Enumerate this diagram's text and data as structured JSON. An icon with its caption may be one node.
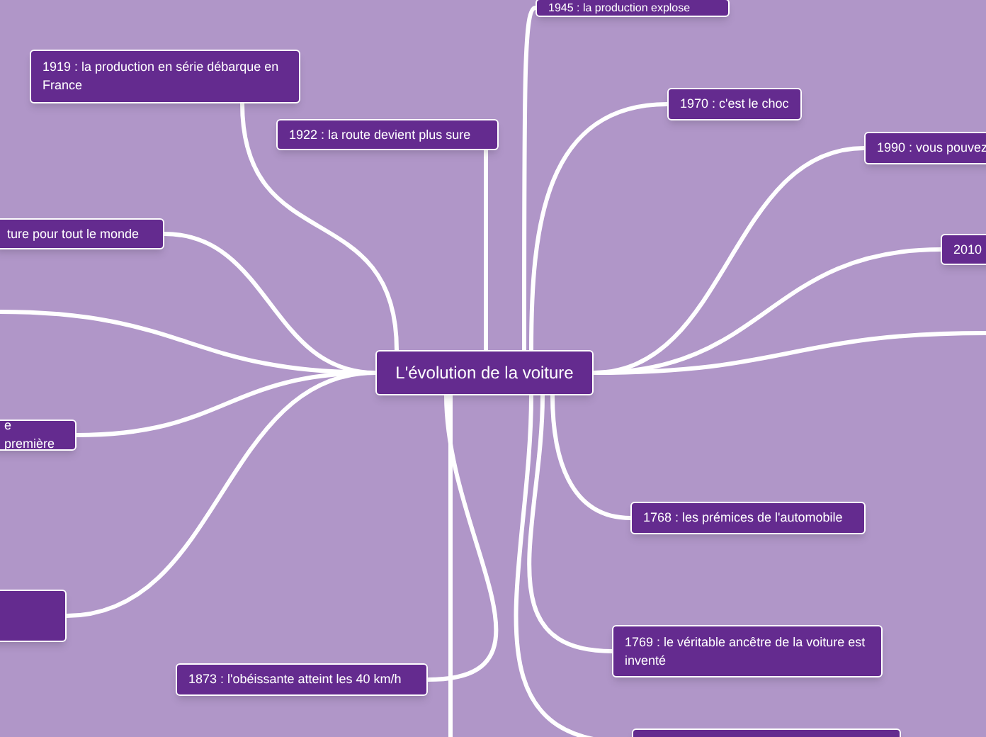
{
  "diagram": {
    "nodes": [
      {
        "text": [
          "L'évolution de la voiture"
        ]
      },
      {
        "text": [
          "1945 : la production explose"
        ]
      },
      {
        "text": [
          "1919 : la production en série débarque en France"
        ]
      },
      {
        "text": [
          "1922 : la route devient plus sure"
        ]
      },
      {
        "text": [
          "ture pour tout le monde"
        ]
      },
      {
        "text": [
          "1970 : c'est le choc"
        ]
      },
      {
        "text": [
          "1990 : vous pouvez"
        ]
      },
      {
        "text": [
          "2010"
        ]
      },
      {
        "text": [
          "e première"
        ]
      },
      {
        "text": [],
        "shape": "box"
      },
      {
        "text": [
          "1873 : l'obéissante atteint les 40 km/h"
        ]
      },
      {
        "text": [
          "1768 : les prémices de l'automobile"
        ]
      },
      {
        "text": [
          "1769 : le véritable ancêtre de la voiture est inventé"
        ]
      },
      {
        "text": [],
        "shape": "box"
      }
    ],
    "edges": [
      {
        "from": 0,
        "to": 1,
        "arrow": "none"
      },
      {
        "from": 0,
        "to": 2,
        "arrow": "none"
      },
      {
        "from": 0,
        "to": 3,
        "arrow": "none"
      },
      {
        "from": 0,
        "to": 4,
        "arrow": "none"
      },
      {
        "from": 0,
        "to": 5,
        "arrow": "none"
      },
      {
        "from": 0,
        "to": 6,
        "arrow": "none"
      },
      {
        "from": 0,
        "to": 7,
        "arrow": "none"
      },
      {
        "from": 0,
        "to": null,
        "arrow": "none"
      },
      {
        "from": 0,
        "to": null,
        "arrow": "none"
      },
      {
        "from": 0,
        "to": 8,
        "arrow": "none"
      },
      {
        "from": 0,
        "to": 9,
        "arrow": "none"
      },
      {
        "from": 0,
        "to": 10,
        "arrow": "none"
      },
      {
        "from": 0,
        "to": null,
        "arrow": "none"
      },
      {
        "from": 0,
        "to": 11,
        "arrow": "none"
      },
      {
        "from": 0,
        "to": 12,
        "arrow": "none"
      },
      {
        "from": 0,
        "to": 13,
        "arrow": "none"
      }
    ]
  }
}
